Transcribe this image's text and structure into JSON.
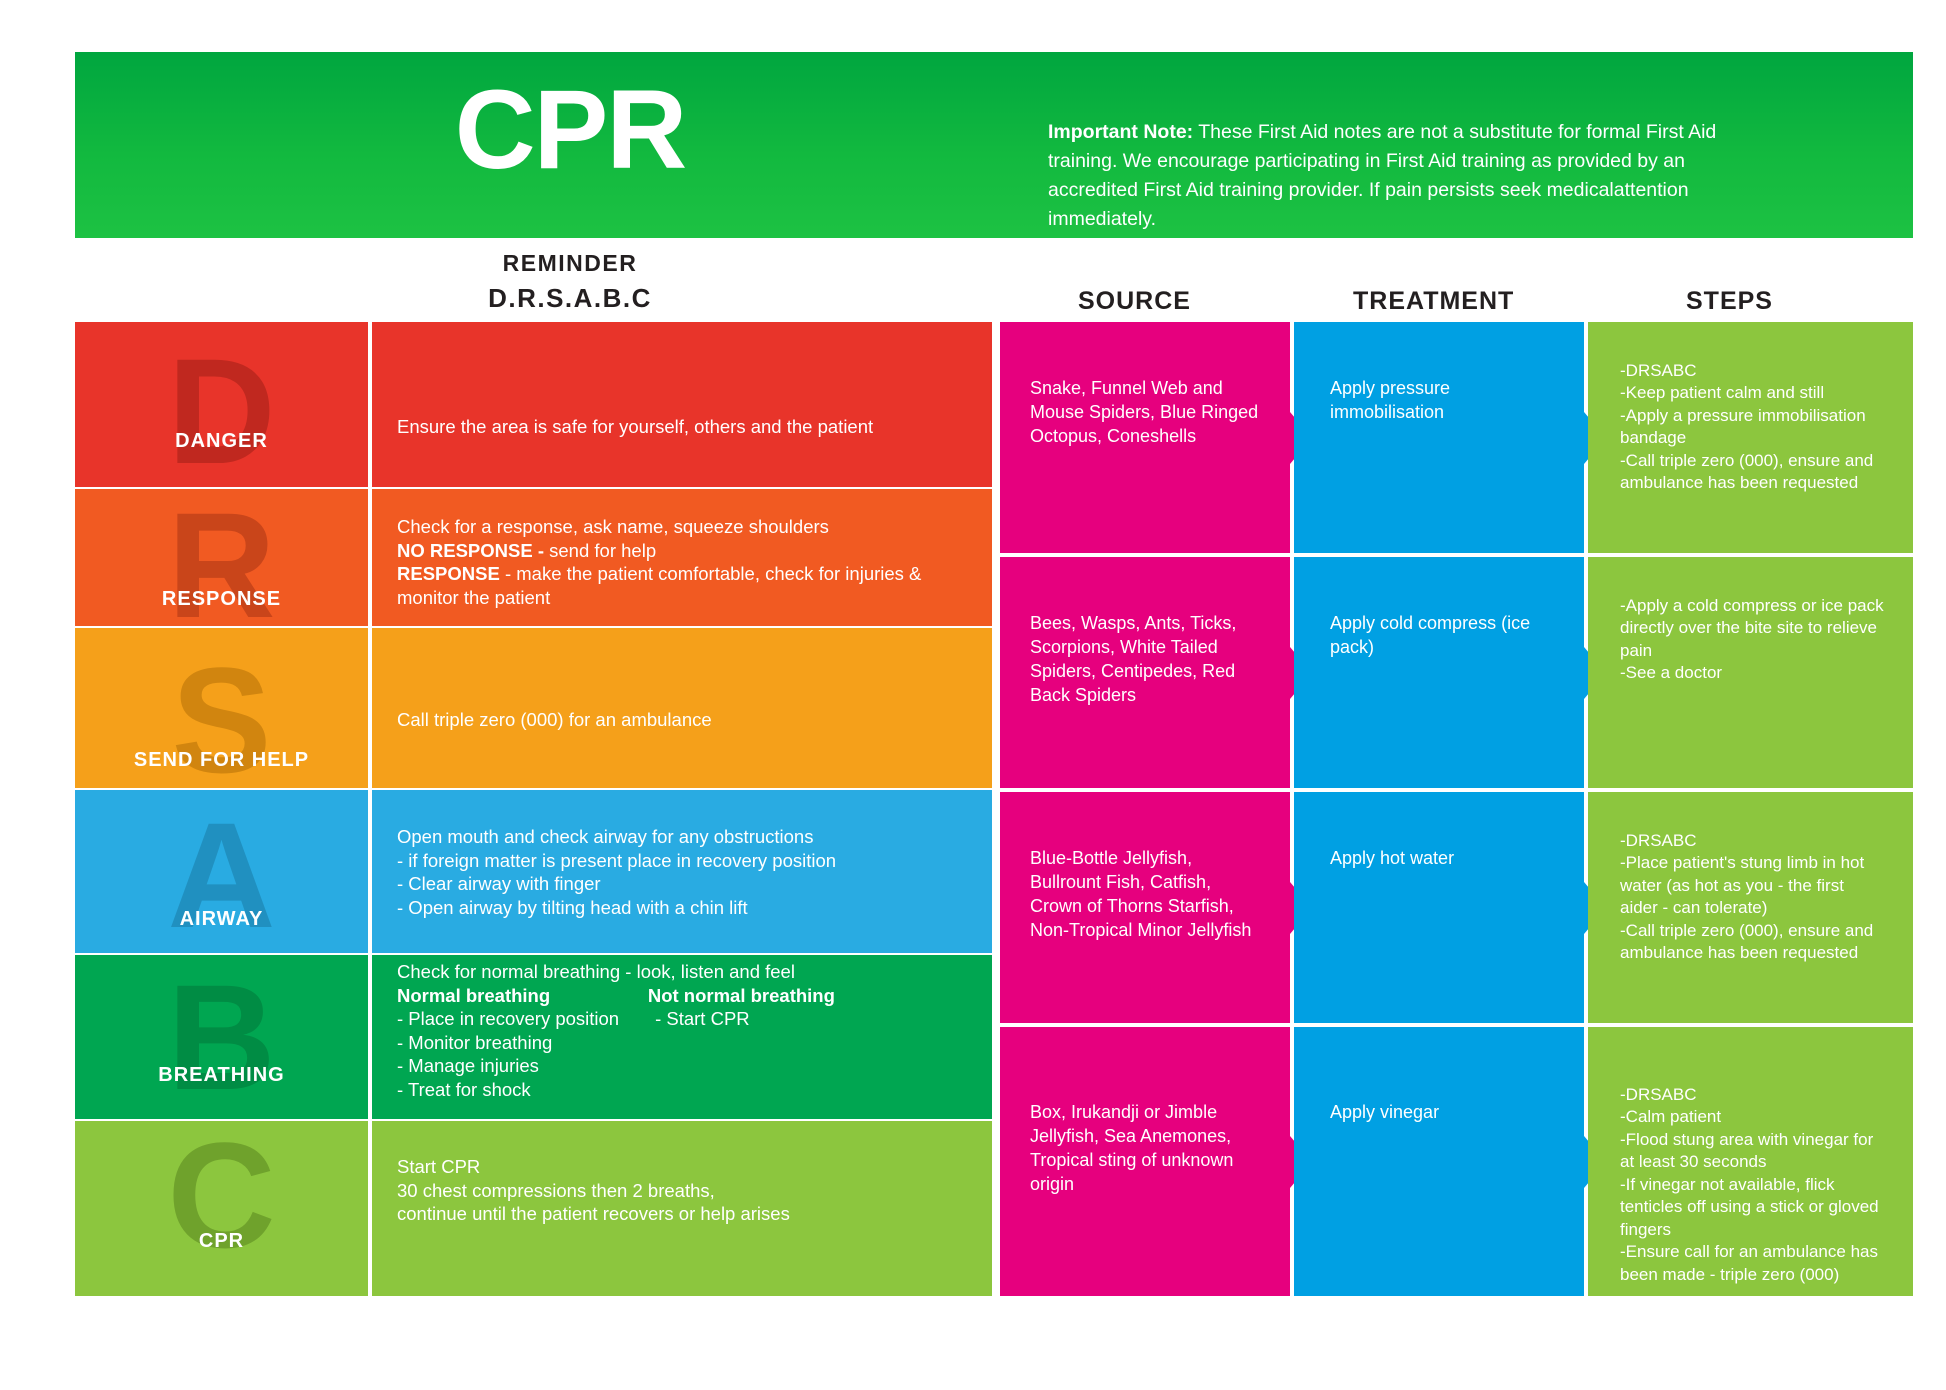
{
  "header": {
    "title": "CPR",
    "subtitle_line1": "REMINDER",
    "subtitle_line2": "D.R.S.A.B.C",
    "note_label": "Important Note:",
    "note_text": " These First Aid notes are not a substitute for formal First Aid training. We encourage participating in First Aid training as provided by an accredited First Aid training provider. If pain persists seek medicalattention immediately."
  },
  "columns": {
    "source": "SOURCE",
    "treatment": "TREATMENT",
    "steps": "STEPS"
  },
  "colors": {
    "green_header": "#12b93f",
    "danger_red": "#e8342a",
    "response_orange": "#f15a22",
    "send_amber": "#f5a01a",
    "airway_blue": "#29abe2",
    "breathing_green": "#00a651",
    "cpr_lime": "#8cc63e",
    "source_pink": "#e6007e",
    "treatment_blue": "#00a0e3",
    "steps_lime": "#8cc63e"
  },
  "drsabc": [
    {
      "letter": "D",
      "label": "DANGER",
      "bg": "#e8342a",
      "letter_color": "#c0281f",
      "text_html": "Ensure the area is safe for yourself, others and the patient"
    },
    {
      "letter": "R",
      "label": "RESPONSE",
      "bg": "#f15a22",
      "letter_color": "#c9451a",
      "text_html": "Check for a response, ask name, squeeze shoulders<br><b>NO RESPONSE -</b> send for help<br><b>RESPONSE</b> - make the patient comfortable, check for injuries &amp;<br>monitor the patient"
    },
    {
      "letter": "S",
      "label": "SEND FOR HELP",
      "bg": "#f5a01a",
      "letter_color": "#d1850f",
      "text_html": "Call triple zero (000) for an ambulance"
    },
    {
      "letter": "A",
      "label": "AIRWAY",
      "bg": "#29abe2",
      "letter_color": "#2090c0",
      "text_html": "Open mouth and check airway for any obstructions<br>- if foreign matter is present place in recovery position<br>- Clear airway with finger<br>- Open airway by tilting head with a chin lift"
    },
    {
      "letter": "B",
      "label": "BREATHING",
      "bg": "#00a651",
      "letter_color": "#008c44",
      "text_html": "Check for normal breathing - look, listen and feel<br><b>Normal breathing</b>&nbsp;&nbsp;&nbsp;&nbsp;&nbsp;&nbsp;&nbsp;&nbsp;&nbsp;&nbsp;&nbsp;&nbsp;&nbsp;&nbsp;&nbsp;&nbsp;&nbsp;&nbsp;&nbsp;<b>Not normal breathing</b><br>- Place in recovery position&nbsp;&nbsp;&nbsp;&nbsp;&nbsp;&nbsp;&nbsp;- Start CPR<br>- Monitor breathing<br>- Manage injuries<br>- Treat for shock"
    },
    {
      "letter": "C",
      "label": "CPR",
      "bg": "#8cc63e",
      "letter_color": "#6fa22c",
      "text_html": "Start CPR<br>30 chest compressions then 2 breaths,<br>continue until the patient recovers or help arises"
    }
  ],
  "rows": [
    {
      "source": "Snake, Funnel Web and Mouse Spiders, Blue Ringed Octopus, Coneshells",
      "treatment": "Apply pressure immobilisation",
      "steps": "-DRSABC\n-Keep patient calm and still\n-Apply a pressure immobilisation bandage\n-Call triple zero (000), ensure and ambulance has been requested"
    },
    {
      "source": "Bees, Wasps, Ants, Ticks, Scorpions, White Tailed Spiders, Centipedes, Red Back Spiders",
      "treatment": "Apply cold compress (ice pack)",
      "steps": "-Apply a cold compress or ice pack directly over the bite site to relieve pain\n-See a doctor"
    },
    {
      "source": "Blue-Bottle Jellyfish, Bullrount Fish, Catfish, Crown of Thorns Starfish, Non-Tropical Minor Jellyfish",
      "treatment": "Apply hot water",
      "steps": "-DRSABC\n-Place patient's stung limb in hot water (as hot as you - the first aider - can tolerate)\n-Call triple zero (000), ensure and ambulance has been requested"
    },
    {
      "source": "Box, Irukandji or Jimble Jellyfish, Sea Anemones, Tropical sting of unknown origin",
      "treatment": "Apply vinegar",
      "steps": "-DRSABC\n-Calm patient\n-Flood stung area with vinegar for at least 30 seconds\n-If vinegar not available, flick tenticles off using a stick or gloved fingers\n-Ensure call for an ambulance has been made - triple zero (000)"
    }
  ]
}
